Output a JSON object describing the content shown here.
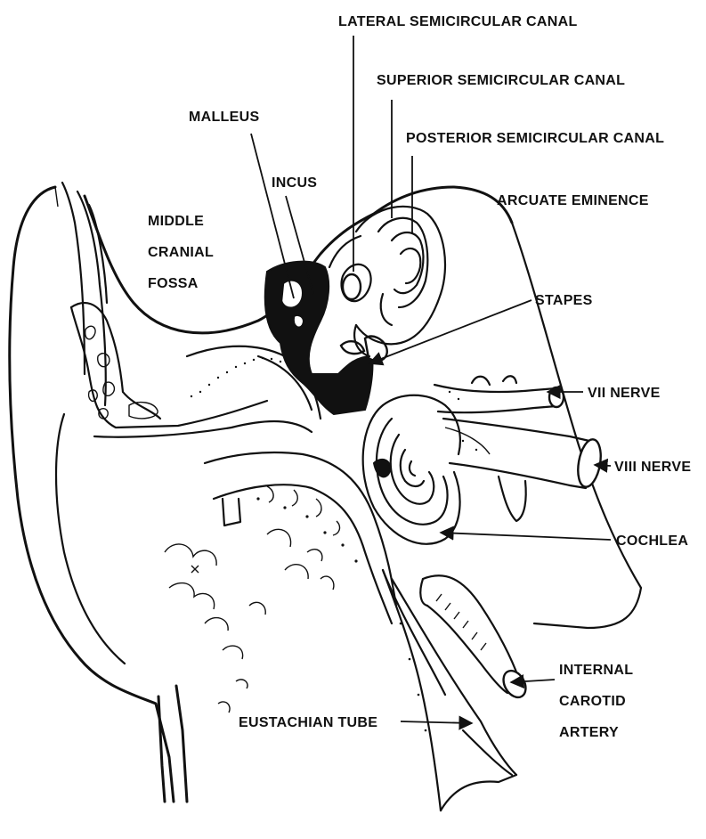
{
  "diagram": {
    "labels": {
      "lateral_semicircular_canal": "LATERAL SEMICIRCULAR CANAL",
      "superior_semicircular_canal": "SUPERIOR SEMICIRCULAR CANAL",
      "posterior_semicircular_canal": "POSTERIOR SEMICIRCULAR CANAL",
      "malleus": "MALLEUS",
      "incus": "INCUS",
      "middle_cranial_fossa": [
        "MIDDLE",
        "CRANIAL",
        "FOSSA"
      ],
      "arcuate_eminence": "ARCUATE EMINENCE",
      "stapes": "STAPES",
      "vii_nerve": "VII NERVE",
      "viii_nerve": "VIII NERVE",
      "cochlea": "COCHLEA",
      "internal_carotid_artery": [
        "INTERNAL",
        "CAROTID",
        "ARTERY"
      ],
      "eustachian_tube": "EUSTACHIAN TUBE"
    },
    "colors": {
      "ink": "#111111",
      "paper": "#ffffff"
    }
  }
}
